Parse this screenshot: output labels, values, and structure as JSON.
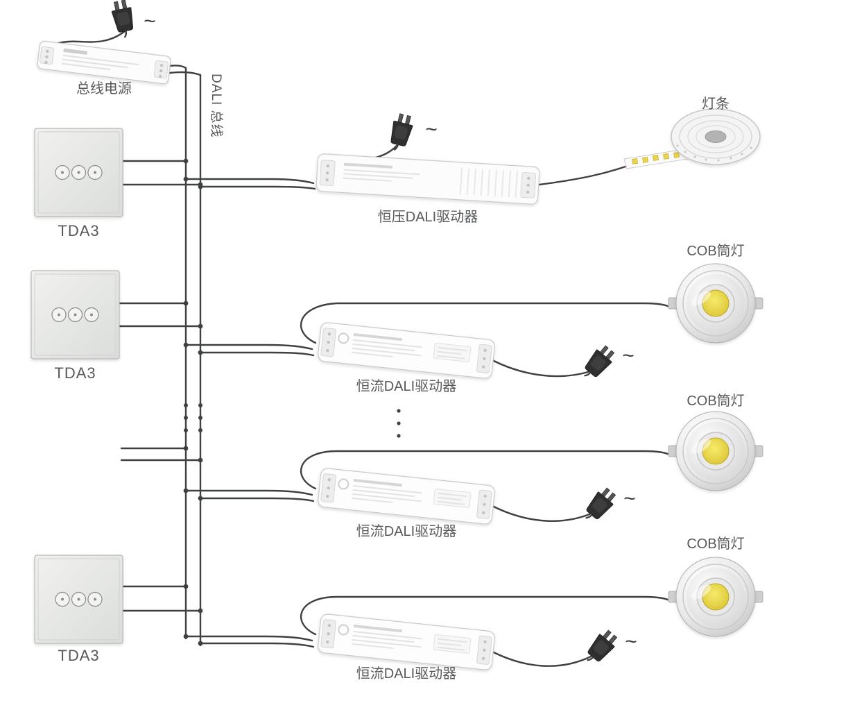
{
  "diagram": {
    "ac_symbol": "~",
    "bus_power": {
      "label": "总线电源"
    },
    "dali_bus": {
      "label": "DALI 总线"
    },
    "panels": [
      {
        "label": "TDA3"
      },
      {
        "label": "TDA3"
      },
      {
        "label": "TDA3"
      }
    ],
    "cv_driver": {
      "label": "恒压DALI驱动器"
    },
    "cc_drivers": [
      {
        "label": "恒流DALI驱动器"
      },
      {
        "label": "恒流DALI驱动器"
      },
      {
        "label": "恒流DALI驱动器"
      }
    ],
    "led_strip": {
      "label": "灯条"
    },
    "cob_downlights": [
      {
        "label": "COB筒灯"
      },
      {
        "label": "COB筒灯"
      },
      {
        "label": "COB筒灯"
      }
    ],
    "colors": {
      "wire": "#3f4040",
      "label_text": "#57585a",
      "cob_yellow": "#dcc639",
      "live_wire_red": "#c0392b"
    }
  }
}
